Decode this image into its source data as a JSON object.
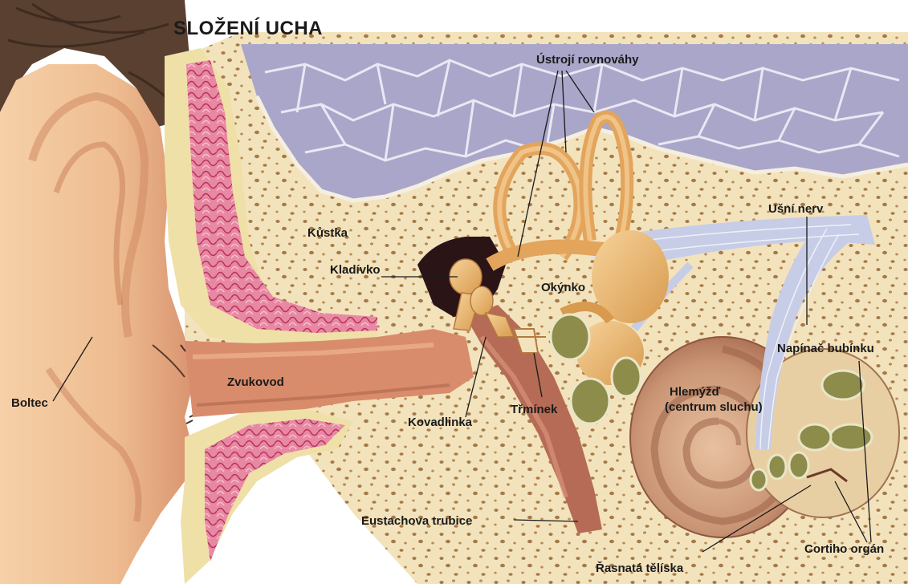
{
  "title": "SLOŽENÍ UCHA",
  "labels": {
    "ustroji": "Ústrojí rovnováhy",
    "kustka": "Kůstka",
    "kladivko": "Kladívko",
    "okynko": "Okýnko",
    "usni_nerv": "Ušní nerv",
    "napinac": "Napínač bubínku",
    "boltec": "Boltec",
    "zvukovod": "Zvukovod",
    "kovadlinka": "Kovadlinka",
    "trminek": "Třmínek",
    "hlemyzd_1": "Hlemýžď",
    "hlemyzd_2": "(centrum sluchu)",
    "eustachova": "Eustachova trubice",
    "rasnata": "Řasnatá tělíska",
    "cortiho": "Cortiho orgán"
  },
  "colors": {
    "skin": "#f2c59a",
    "skin_shadow": "#e3a37a",
    "hair": "#5a4030",
    "bone": "#f3e3bd",
    "brain": "#a9a6c9",
    "tissue": "#e28aa3",
    "ossicle": "#e8b36b",
    "olive": "#9c9a52",
    "canal": "#c47a5c",
    "nerve": "#c7cde6"
  }
}
